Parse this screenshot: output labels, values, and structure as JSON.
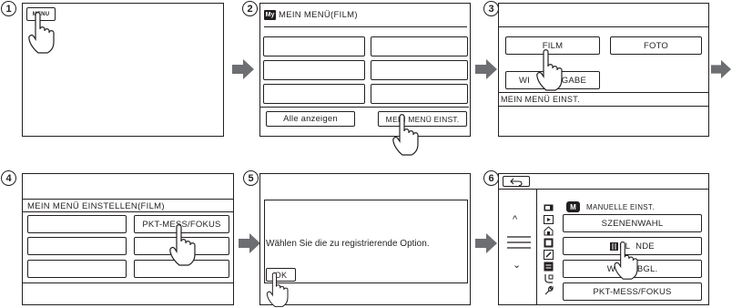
{
  "steps": [
    "1",
    "2",
    "3",
    "4",
    "5",
    "6"
  ],
  "step1": {
    "menu_button": "MENU"
  },
  "step2": {
    "badge": "My",
    "title": "MEIN MENÜ(FILM)",
    "show_all_button": "Alle anzeigen",
    "settings_button": "MEIN MENÜ EINST."
  },
  "step3": {
    "film_button": "FILM",
    "foto_button": "FOTO",
    "playback_left": "WI",
    "playback_right": "GABE",
    "footer": "MEIN MENÜ EINST."
  },
  "step4": {
    "title": "MEIN MENÜ EINSTELLEN(FILM)",
    "focus_button": "PKT-MESS/FOKUS"
  },
  "step5": {
    "message": "Wählen Sie die zu registrierende Option.",
    "ok_button": "OK"
  },
  "step6": {
    "category_badge": "M",
    "category_title": "MANUELLE EINST.",
    "items": [
      "SZENENWAHL",
      "",
      "",
      "PKT-MESS/FOKUS"
    ],
    "fader_left": "",
    "fader_right": "BL",
    "fader_tail": "NDE",
    "white_left": "W",
    "white_right": "BGL.",
    "scroll_up": "^",
    "scroll_down": "⌄"
  },
  "colors": {
    "line": "#231f20",
    "arrow": "#6d6e71",
    "background": "#ffffff"
  }
}
